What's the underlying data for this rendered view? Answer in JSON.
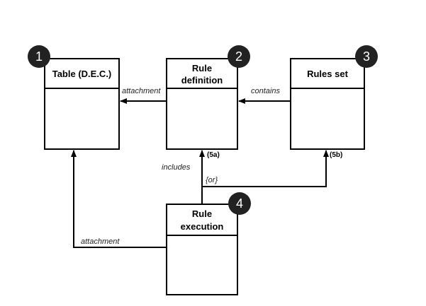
{
  "boxes": {
    "table": {
      "title": "Table (D.E.C.)",
      "badge": "1"
    },
    "rule_definition": {
      "title_line1": "Rule",
      "title_line2": "definition",
      "badge": "2"
    },
    "rules_set": {
      "title": "Rules set",
      "badge": "3"
    },
    "rule_execution": {
      "title_line1": "Rule",
      "title_line2": "execution",
      "badge": "4"
    }
  },
  "connectors": {
    "attachment_top": "attachment",
    "contains": "contains",
    "includes": "includes",
    "or": "{or}",
    "tag_5a": "(5a)",
    "tag_5b": "(5b)",
    "attachment_bottom": "attachment"
  },
  "colors": {
    "badge": "#222222",
    "line": "#000000"
  }
}
